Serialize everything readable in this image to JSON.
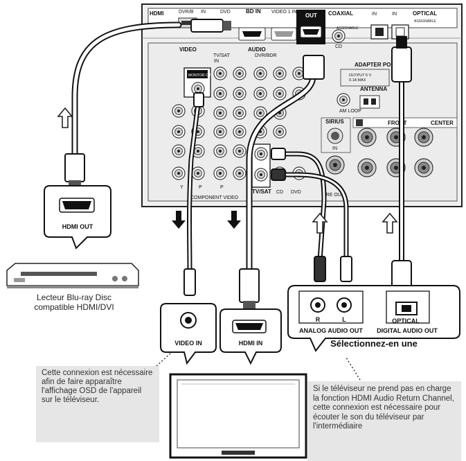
{
  "receiver_panel": {
    "hdmi": "HDMI",
    "dvr_bdr": "DVR/B",
    "in": "IN",
    "dvd": "DVD",
    "bd_in": "BD IN",
    "video1_in": "VIDEO 1 IN",
    "out": "OUT",
    "coaxial": "COAXIAL",
    "optical": "OPTICAL",
    "assignable": "ASSIGNABLE",
    "video": "VIDEO",
    "audio": "AUDIO",
    "adapter_port": "ADAPTER PORT",
    "output": "OUTPUT 5 V",
    "amp": "0.1A MAX",
    "antenna": "ANTENNA",
    "monitor_out": "MONITOR OUT",
    "tvsat": "TV/SAT",
    "tvsat_in": "IN",
    "sirius": "SIRIUS",
    "front": "FRONT",
    "center": "CENTER",
    "am_loop": "AM LOOP",
    "component_video": "COMPONENT VIDEO",
    "y": "Y",
    "pb": "P",
    "pr": "P",
    "cd": "CD",
    "tvsat2": "TV/SAT",
    "dvr_bdr2": "DVR/BDR",
    "cd_bottom": "CD",
    "dvd_bottom": "DVD",
    "tvsat_bottom": "TV/SAT",
    "preout": "PRE OUT"
  },
  "callouts": {
    "hdmi_out": "HDMI OUT",
    "video_in": "VIDEO IN",
    "hdmi_in": "HDMI IN",
    "r": "R",
    "l": "L",
    "analog_audio_out": "ANALOG AUDIO OUT",
    "optical": "OPTICAL",
    "digital_audio_out": "DIGITAL AUDIO OUT"
  },
  "device_caption": {
    "line1": "Lecteur Blu-ray Disc",
    "line2": "compatible HDMI/DVI"
  },
  "select_one": "Sélectionnez-en une",
  "note_left": "Cette connexion est nécessaire afin de faire apparaître l'affichage OSD de l'appareil sur le téléviseur.",
  "note_right": "Si le téléviseur ne prend pas en charge la fonction HDMI Audio Return Channel, cette connexion est nécessaire pour écouter le son du téléviseur par l'intermédiaire"
}
